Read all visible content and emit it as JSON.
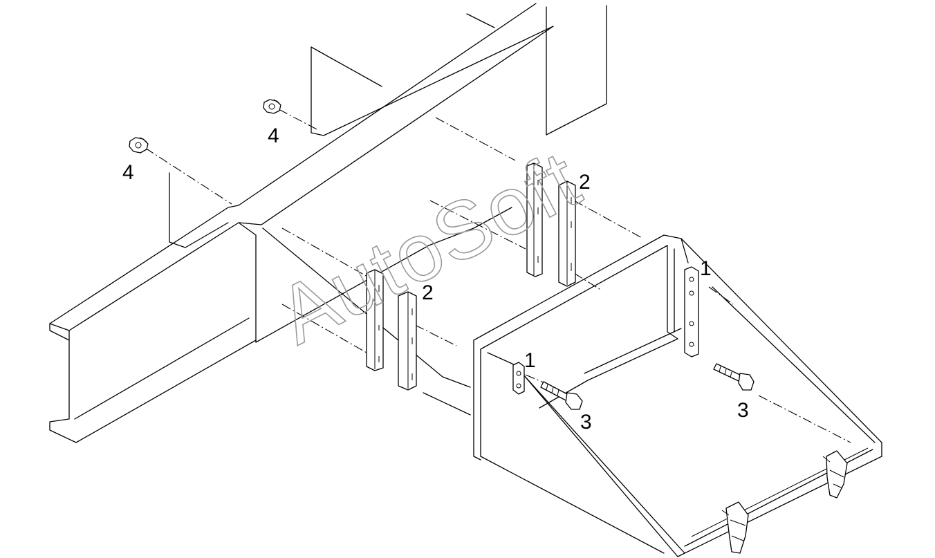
{
  "watermark": "AutoSoft",
  "callouts": {
    "bracket_upper": "1",
    "bracket_lower": "1",
    "spacer_upper": "2",
    "spacer_lower": "2",
    "bolt_right": "3",
    "bolt_left": "3",
    "nut_upper": "4",
    "nut_left": "4"
  }
}
